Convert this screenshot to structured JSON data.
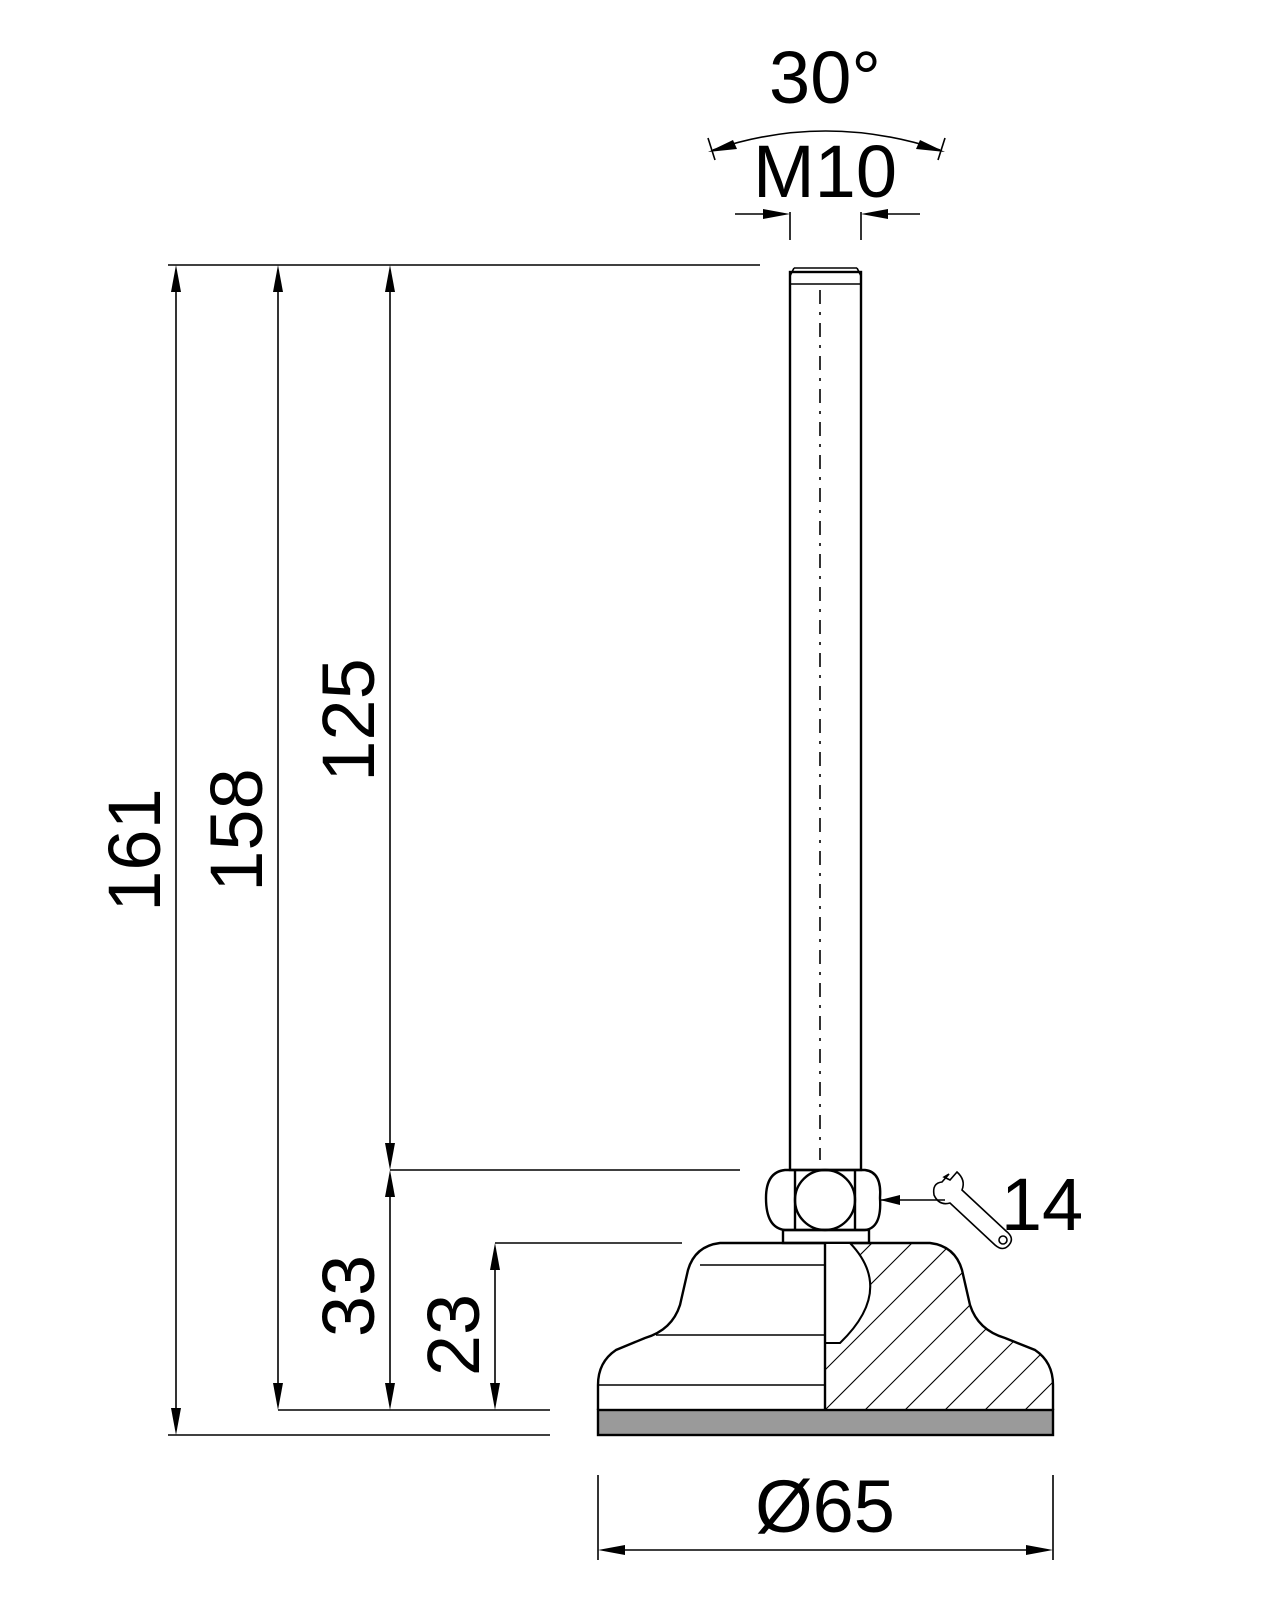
{
  "dimensions": {
    "angle": "30°",
    "thread": "M10",
    "overall_height": "161",
    "thread_length_total": "158",
    "stud_length": "125",
    "nut_height": "33",
    "base_height": "23",
    "wrench_size": "14",
    "base_diameter": "Ø65"
  },
  "icons": {
    "wrench": "wrench-icon"
  },
  "colors": {
    "line": "#000000",
    "pad": "#9a9a9a",
    "background": "#ffffff"
  }
}
